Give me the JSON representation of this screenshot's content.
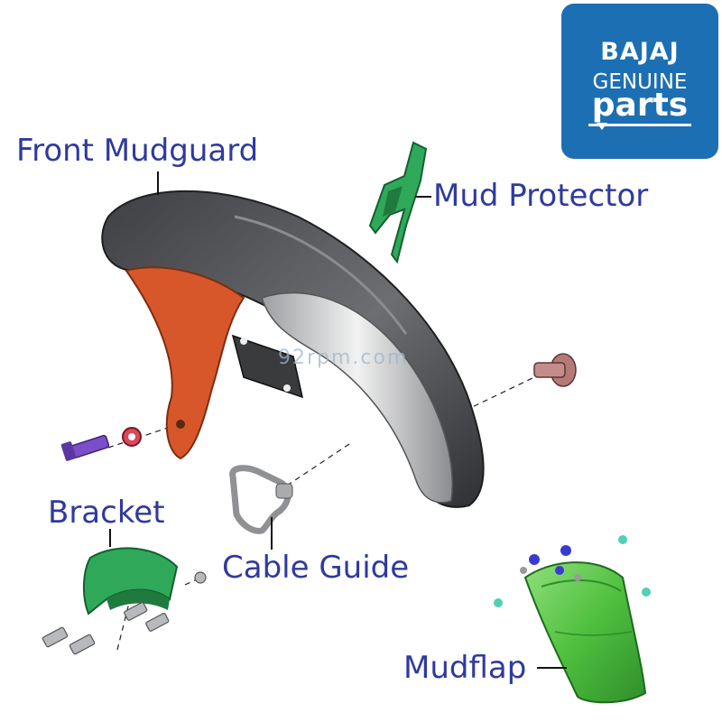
{
  "labels": {
    "front_mudguard": "Front Mudguard",
    "mud_protector": "Mud Protector",
    "bracket": "Bracket",
    "cable_guide": "Cable Guide",
    "mudflap": "Mudflap"
  },
  "badge": {
    "brand": "BAJAJ",
    "line1": "GENUINE",
    "line2": "parts"
  },
  "watermark": "92rpm.com",
  "colors": {
    "label_text": "#2f3a9e",
    "badge_background": "#1d6fb3",
    "mudguard_body": "#4a4c4f",
    "mudguard_inner": "#d7572a",
    "green_parts": "#2fa85a",
    "mudflap": "#5cc24a"
  }
}
